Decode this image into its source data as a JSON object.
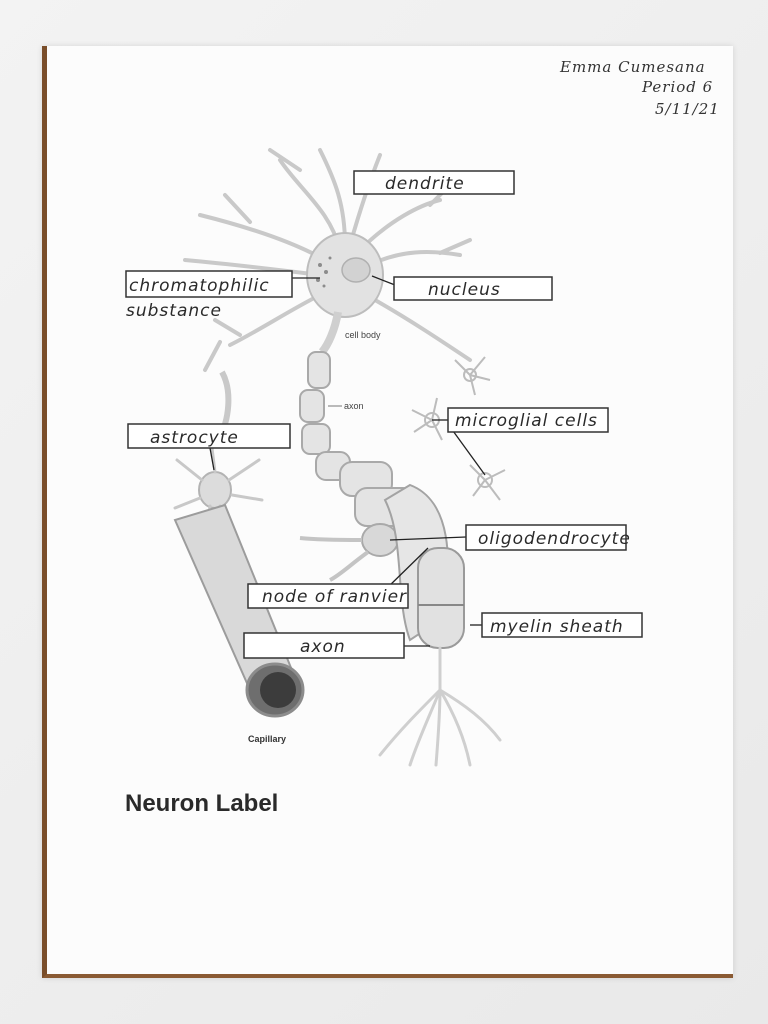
{
  "header": {
    "name": "Emma Cumesana",
    "period": "Period 6",
    "date": "5/11/21"
  },
  "labels": {
    "dendrite": "dendrite",
    "chromatophilic": "chromatophilic",
    "chromatophilic_line2": "substance",
    "nucleus": "nucleus",
    "astrocyte": "astrocyte",
    "microglial": "microglial cells",
    "oligodendrocyte": "oligodendrocyte",
    "node_ranvier": "node of ranvier",
    "myelin": "myelin sheath",
    "axon_box": "axon"
  },
  "printed": {
    "cell_body": "cell body",
    "axon": "axon",
    "capillary": "Capillary"
  },
  "title": "Neuron Label"
}
